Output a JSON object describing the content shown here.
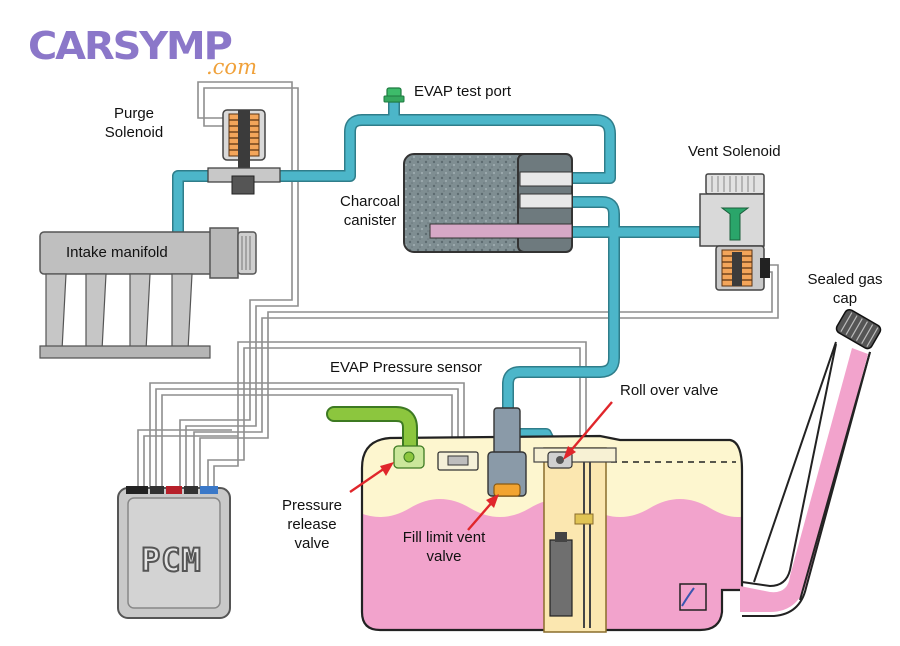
{
  "logo": {
    "main": "CARSYMP",
    "sub": ".com"
  },
  "labels": {
    "evap_test_port": "EVAP test port",
    "purge_solenoid_line1": "Purge",
    "purge_solenoid_line2": "Solenoid",
    "vent_solenoid": "Vent Solenoid",
    "charcoal_line1": "Charcoal",
    "charcoal_line2": "canister",
    "intake_manifold": "Intake manifold",
    "sealed_gas_cap_line1": "Sealed gas",
    "sealed_gas_cap_line2": "cap",
    "evap_pressure_sensor": "EVAP Pressure sensor",
    "roll_over_valve": "Roll over valve",
    "pressure_release_line1": "Pressure",
    "pressure_release_line2": "release",
    "pressure_release_line3": "valve",
    "fill_limit_line1": "Fill limit vent",
    "fill_limit_line2": "valve",
    "pcm": "PCM"
  },
  "colors": {
    "hose": "#4cb6c9",
    "fuel": "#f2a3cc",
    "tank_air": "#fdf6cf",
    "arrow": "#e0262b",
    "module_gray": "#c9c9c9",
    "logo_purple": "#8b77c9",
    "logo_orange": "#f0a13a"
  }
}
